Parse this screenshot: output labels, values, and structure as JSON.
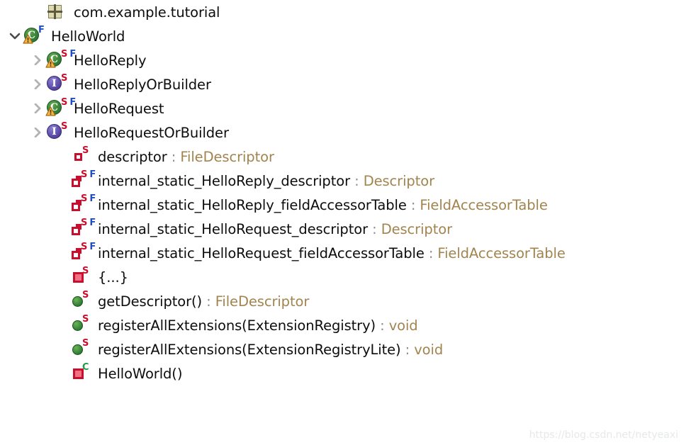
{
  "view": {
    "name": "outline-view",
    "background": "#ffffff",
    "colors": {
      "label": "#0d0d0d",
      "type_name": "#a2844f",
      "separator": "#8d8d8d",
      "modifier_static": "#c8102e",
      "modifier_final": "#1f4fc0",
      "modifier_constructor": "#1d9c46",
      "class_icon": "#2f7a35",
      "interface_icon": "#5b4aa8",
      "field_icon": "#c8102e",
      "package_icon": "#ddd9b0",
      "warning_icon": "#f5a623",
      "twisty": "#9e9e9e",
      "watermark": "#e6e8ea"
    }
  },
  "tree": {
    "rows": [
      {
        "id": "package",
        "indent": 0,
        "twisty": "none",
        "icon": "package-icon",
        "modifiers": [],
        "label": "com.example.tutorial",
        "type": "",
        "separator": ""
      },
      {
        "id": "helloworld-class",
        "indent": 0,
        "twisty": "expanded",
        "icon": "class-icon",
        "warning": true,
        "modifiers": [
          "F"
        ],
        "label": "HelloWorld",
        "type": "",
        "separator": ""
      },
      {
        "id": "helloreply-class",
        "indent": 1,
        "twisty": "collapsed",
        "icon": "class-icon",
        "warning": true,
        "modifiers": [
          "S",
          "F"
        ],
        "label": "HelloReply",
        "type": "",
        "separator": ""
      },
      {
        "id": "helloreplyorbuilder-interface",
        "indent": 1,
        "twisty": "collapsed",
        "icon": "interface-icon",
        "warning": false,
        "modifiers": [
          "S"
        ],
        "label": "HelloReplyOrBuilder",
        "type": "",
        "separator": ""
      },
      {
        "id": "hellorequest-class",
        "indent": 1,
        "twisty": "collapsed",
        "icon": "class-icon",
        "warning": true,
        "modifiers": [
          "S",
          "F"
        ],
        "label": "HelloRequest",
        "type": "",
        "separator": ""
      },
      {
        "id": "hellorequestorbuilder-interface",
        "indent": 1,
        "twisty": "collapsed",
        "icon": "interface-icon",
        "warning": false,
        "modifiers": [
          "S"
        ],
        "label": "HelloRequestOrBuilder",
        "type": "",
        "separator": ""
      },
      {
        "id": "field-descriptor",
        "indent": 2,
        "twisty": "none",
        "icon": "private-field-icon",
        "modifiers": [
          "S"
        ],
        "label": "descriptor",
        "separator": ":",
        "type": "FileDescriptor"
      },
      {
        "id": "field-internal-static-helloreply-descriptor",
        "indent": 2,
        "twisty": "none",
        "icon": "generated-field-icon",
        "modifiers": [
          "S",
          "F"
        ],
        "label": "internal_static_HelloReply_descriptor",
        "separator": ":",
        "type": "Descriptor"
      },
      {
        "id": "field-internal-static-helloreply-fieldaccessortable",
        "indent": 2,
        "twisty": "none",
        "icon": "generated-field-icon",
        "modifiers": [
          "S",
          "F"
        ],
        "label": "internal_static_HelloReply_fieldAccessorTable",
        "separator": ":",
        "type": "FieldAccessorTable"
      },
      {
        "id": "field-internal-static-hellorequest-descriptor",
        "indent": 2,
        "twisty": "none",
        "icon": "generated-field-icon",
        "modifiers": [
          "S",
          "F"
        ],
        "label": "internal_static_HelloRequest_descriptor",
        "separator": ":",
        "type": "Descriptor"
      },
      {
        "id": "field-internal-static-hellorequest-fieldaccessortable",
        "indent": 2,
        "twisty": "none",
        "icon": "generated-field-icon",
        "modifiers": [
          "S",
          "F"
        ],
        "label": "internal_static_HelloRequest_fieldAccessorTable",
        "separator": ":",
        "type": "FieldAccessorTable"
      },
      {
        "id": "static-initializer",
        "indent": 2,
        "twisty": "none",
        "icon": "initializer-icon",
        "modifiers": [
          "S"
        ],
        "label": "{...}",
        "separator": "",
        "type": ""
      },
      {
        "id": "method-getdescriptor",
        "indent": 2,
        "twisty": "none",
        "icon": "method-icon",
        "modifiers": [
          "S"
        ],
        "label": "getDescriptor()",
        "separator": ":",
        "type": "FileDescriptor"
      },
      {
        "id": "method-registerallextensions-registry",
        "indent": 2,
        "twisty": "none",
        "icon": "method-icon",
        "modifiers": [
          "S"
        ],
        "label": "registerAllExtensions(ExtensionRegistry)",
        "separator": ":",
        "type": "void"
      },
      {
        "id": "method-registerallextensions-registrylite",
        "indent": 2,
        "twisty": "none",
        "icon": "method-icon",
        "modifiers": [
          "S"
        ],
        "label": "registerAllExtensions(ExtensionRegistryLite)",
        "separator": ":",
        "type": "void"
      },
      {
        "id": "constructor-helloworld",
        "indent": 2,
        "twisty": "none",
        "icon": "constructor-icon",
        "modifiers": [
          "C"
        ],
        "label": "HelloWorld()",
        "separator": "",
        "type": ""
      }
    ]
  },
  "watermark": {
    "text": "https://blog.csdn.net/netyeaxi"
  }
}
